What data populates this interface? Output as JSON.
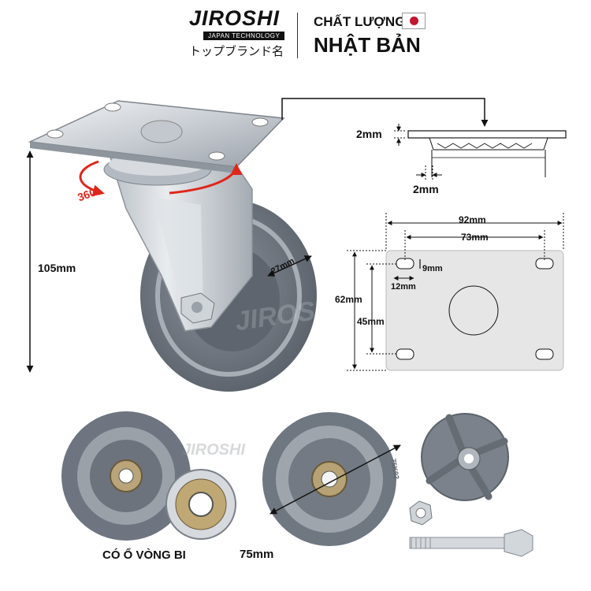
{
  "header": {
    "brand_logo_text": "JIROSHI",
    "brand_tagline": "JAPAN TECHNOLOGY",
    "brand_japanese": "トップブランド名",
    "quality_label_top": "CHẤT LƯỢNG",
    "quality_label_main": "NHẬT BẢN",
    "flag_icon": "japan-flag-icon"
  },
  "caster_dimensions": {
    "height_label": "105mm",
    "rotation_label": "360°",
    "tread_width_label": "27mm",
    "watermark": "JIROSHI"
  },
  "side_profile": {
    "plate_thickness_label": "2mm",
    "gap_label": "2mm"
  },
  "top_plate": {
    "overall_width_label": "92mm",
    "hole_span_width_label": "73mm",
    "hole_height_label": "9mm",
    "hole_width_label": "12mm",
    "overall_height_label": "62mm",
    "hole_span_height_label": "45mm"
  },
  "bottom": {
    "bearing_caption": "CÓ Ổ VÒNG BI",
    "diameter_label": "75mm",
    "wheel_engraving": "75K02",
    "watermark": "JIROSHI"
  },
  "colors": {
    "accent_red": "#e0261b",
    "tread_gray": "#6e7580",
    "steel": "#c9ced4",
    "plate_fill": "#e6e6e6"
  }
}
